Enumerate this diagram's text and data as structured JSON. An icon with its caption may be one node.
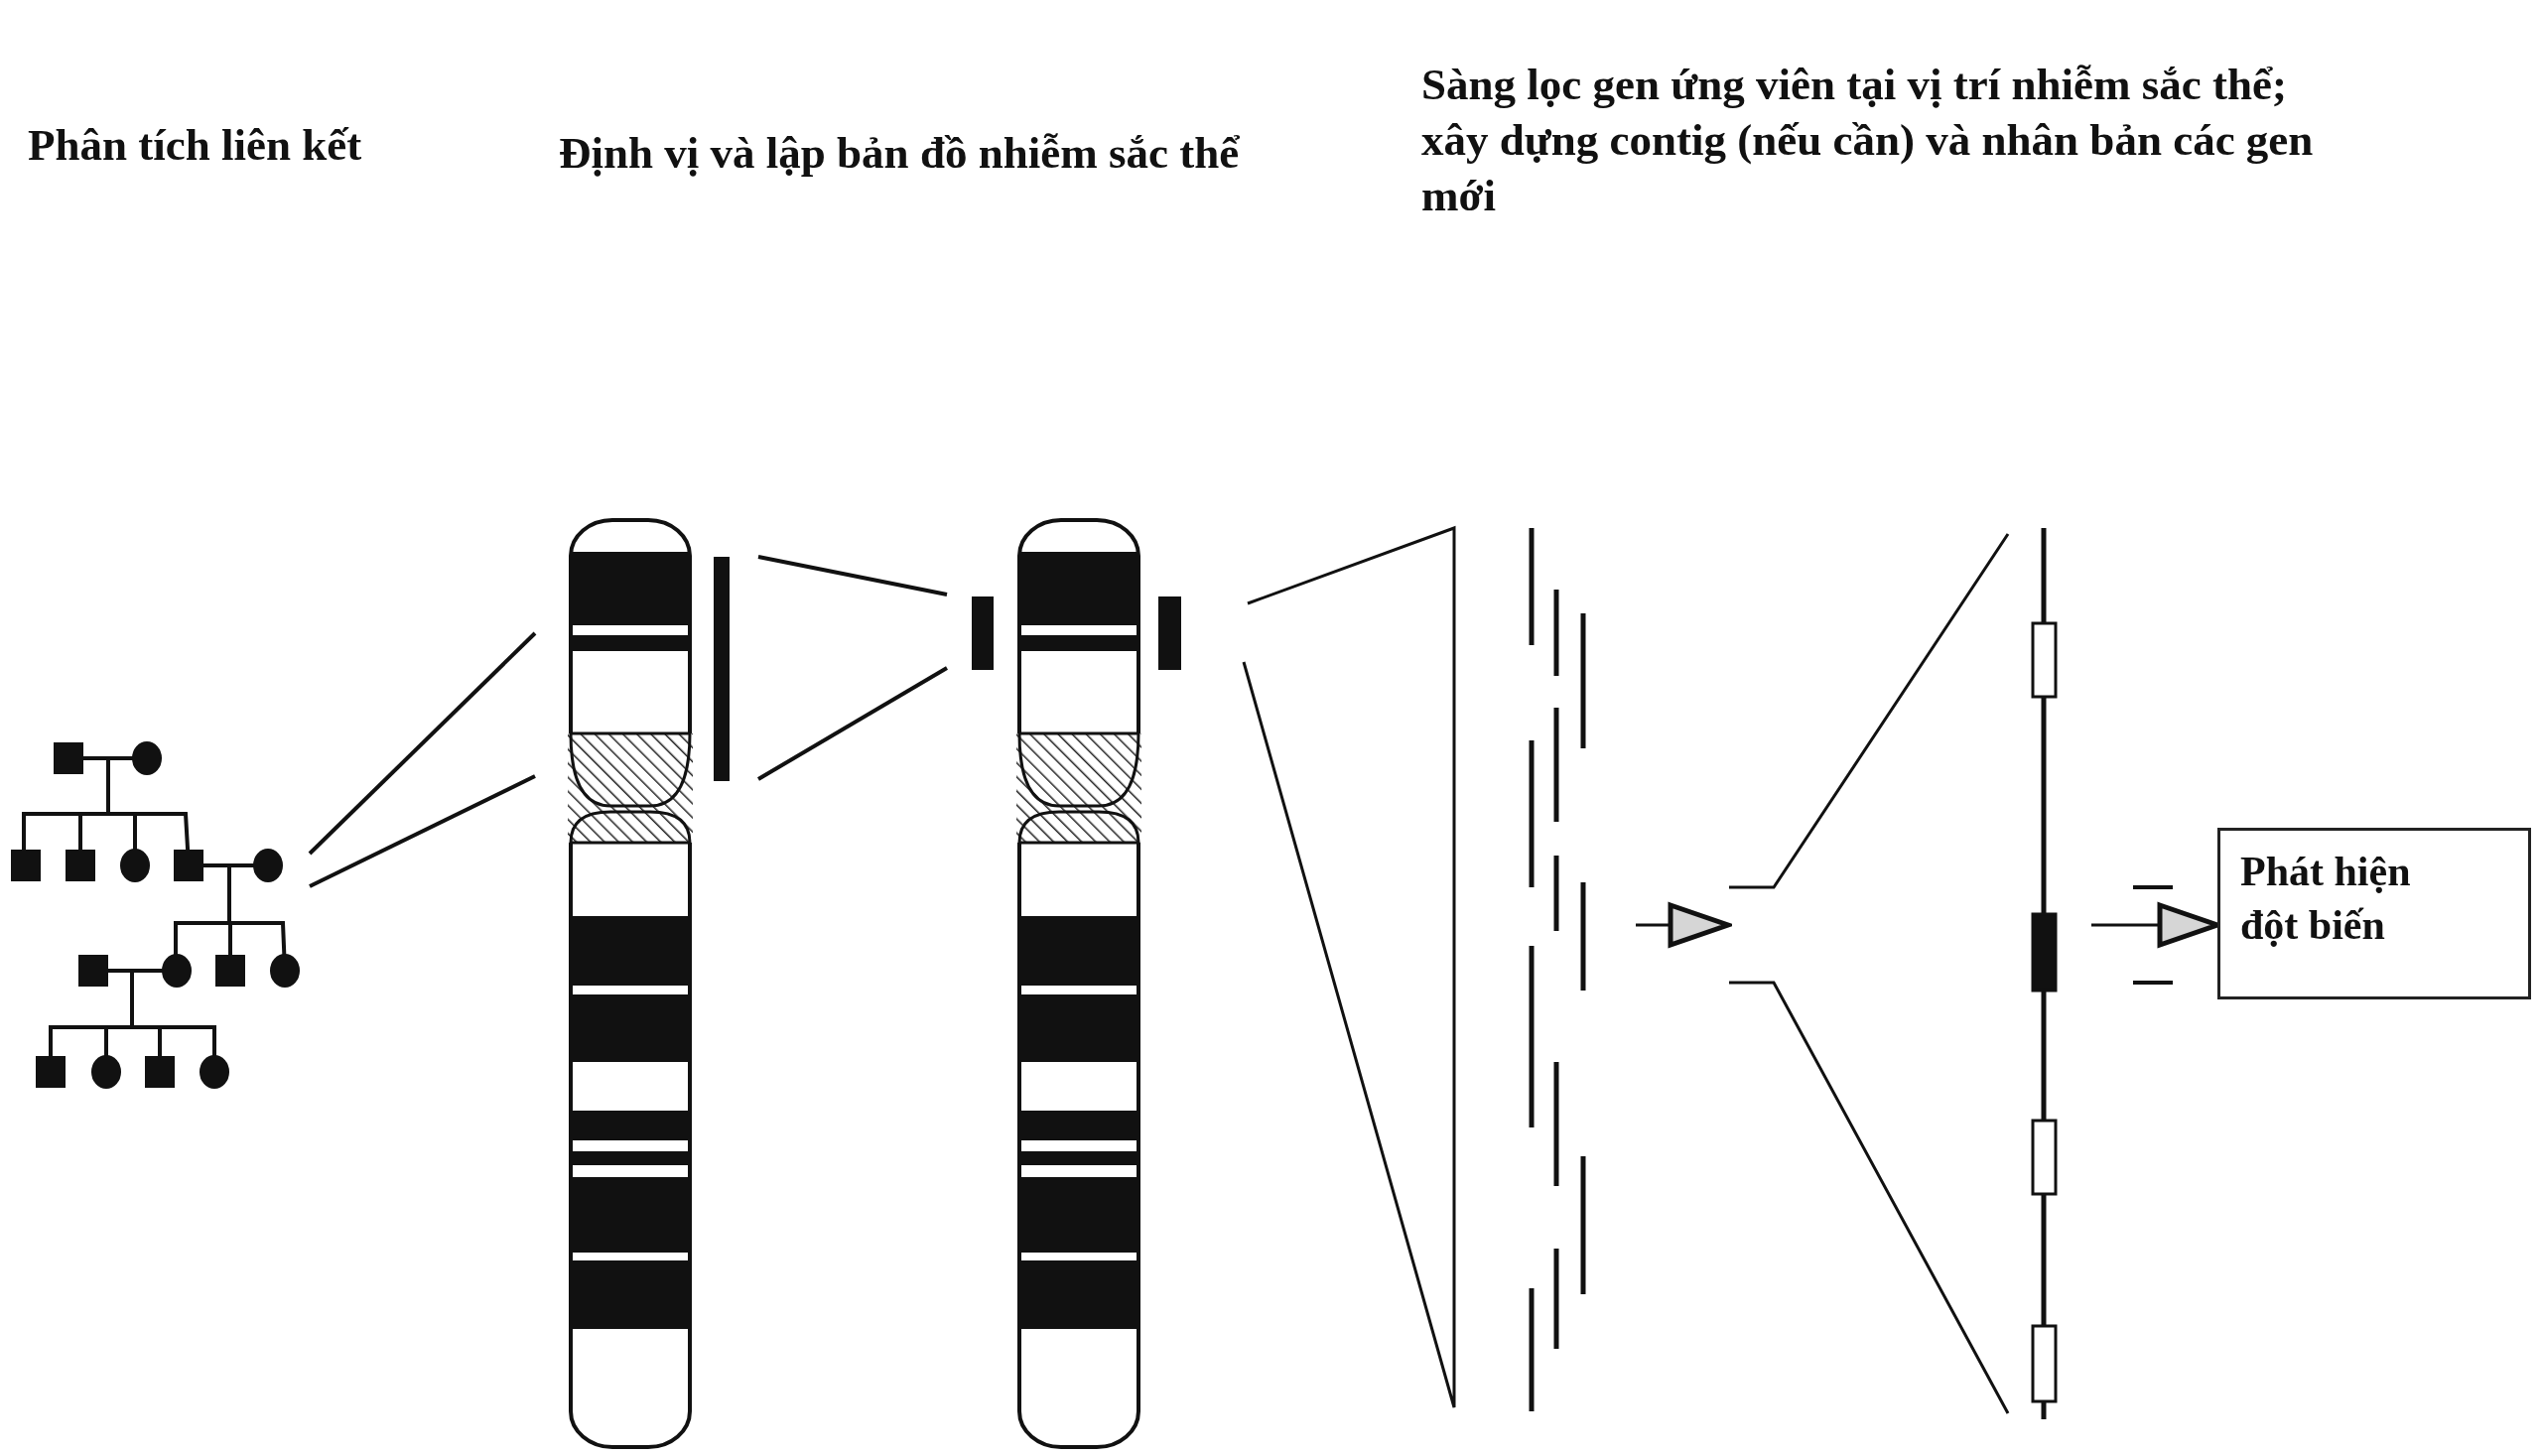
{
  "diagram": {
    "nodes": [
      {
        "text": [],
        "shape": "picture"
      },
      {
        "text": [
          "Phát hiện đột biến"
        ]
      }
    ],
    "edges": [
      {
        "from": null,
        "to": 0,
        "arrow": "to"
      },
      {
        "from": null,
        "to": 1,
        "arrow": "to"
      }
    ],
    "labels": [
      "Phân tích liên kết",
      "Định vị và lập bản đồ nhiễm sắc thể",
      "Sàng lọc gen ứng viên tại vị trí nhiễm sắc thể; xây dựng contig (nếu cần) và nhân bản các gen mới"
    ]
  }
}
